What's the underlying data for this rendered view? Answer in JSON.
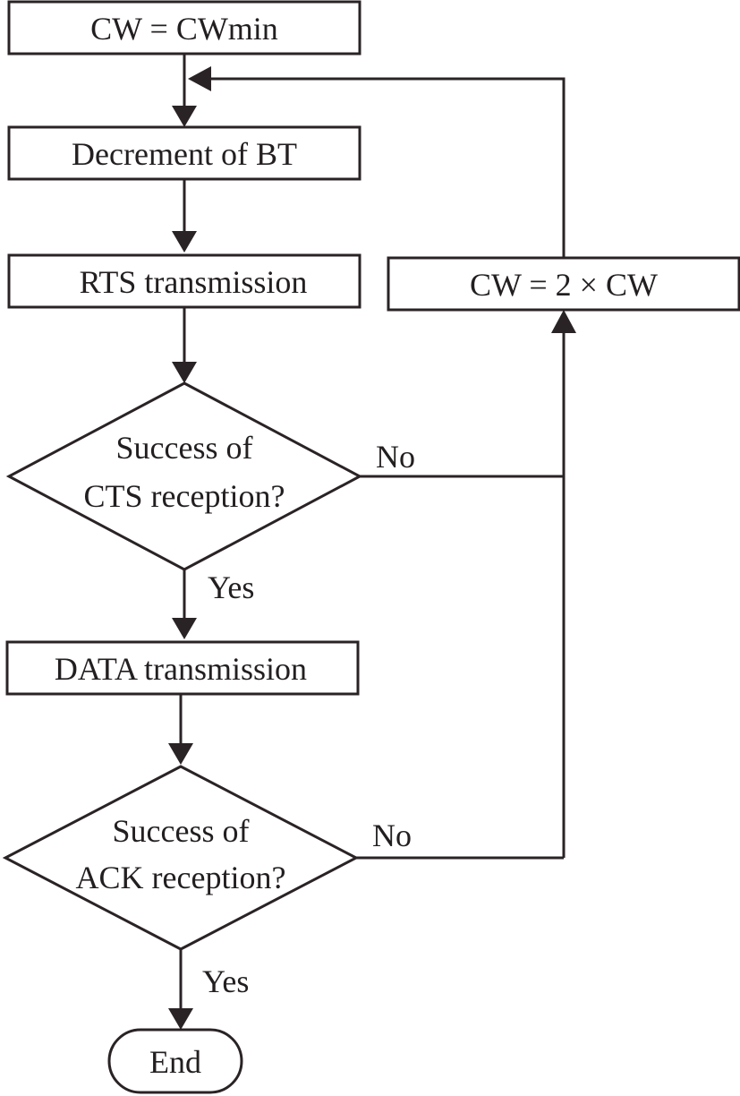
{
  "nodes": {
    "init": "CW = CWmin",
    "decrement": "Decrement of BT",
    "rts": "RTS transmission",
    "cts_decision_line1": "Success of",
    "cts_decision_line2": "CTS reception?",
    "data": "DATA transmission",
    "ack_decision_line1": "Success of",
    "ack_decision_line2": "ACK reception?",
    "double_cw": "CW = 2 × CW",
    "end": "End"
  },
  "edges": {
    "cts_yes": "Yes",
    "cts_no": "No",
    "ack_yes": "Yes",
    "ack_no": "No"
  },
  "colors": {
    "stroke": "#2a2326",
    "text": "#231f20",
    "fill": "#ffffff"
  }
}
